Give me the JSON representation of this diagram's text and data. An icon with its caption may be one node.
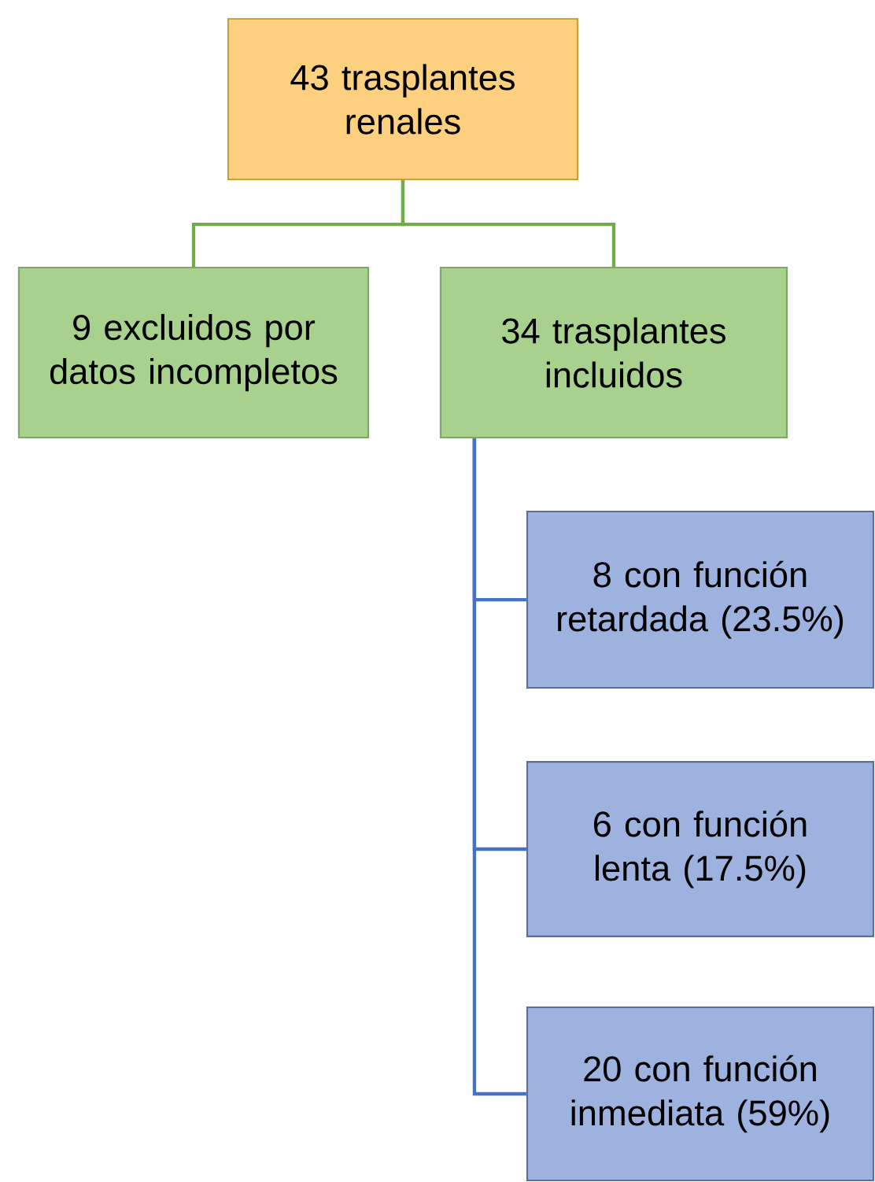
{
  "diagram": {
    "nodes": [
      {
        "text": [
          "43 trasplantes renales"
        ]
      },
      {
        "text": [
          "9 excluidos por datos incompletos"
        ]
      },
      {
        "text": [
          "34 trasplantes incluidos"
        ]
      },
      {
        "text": [
          "8 con función retardada (23.5%)"
        ]
      },
      {
        "text": [
          "6 con función lenta (17.5%)"
        ]
      },
      {
        "text": [
          "20 con función inmediata (59%)"
        ]
      }
    ],
    "edges": [
      {
        "from": 0,
        "to": 1,
        "arrow": "none",
        "color": "#70ad47"
      },
      {
        "from": 0,
        "to": 2,
        "arrow": "none",
        "color": "#70ad47"
      },
      {
        "from": 2,
        "to": 3,
        "arrow": "none"
      },
      {
        "from": 2,
        "to": 4,
        "arrow": "none"
      },
      {
        "from": 2,
        "to": 5,
        "arrow": "none"
      }
    ]
  }
}
